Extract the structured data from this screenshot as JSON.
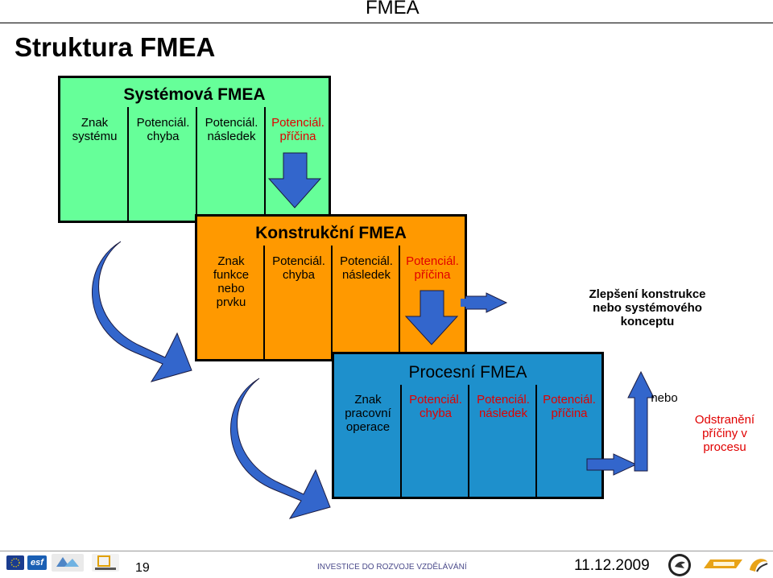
{
  "header": {
    "title": "FMEA"
  },
  "slide": {
    "title": "Struktura FMEA"
  },
  "system": {
    "title": "Systémová FMEA",
    "col1": [
      "Znak",
      "systému"
    ],
    "col2": [
      "Potenciál.",
      "chyba"
    ],
    "col3": [
      "Potenciál.",
      "následek"
    ],
    "col4": [
      "Potenciál.",
      "příčina"
    ]
  },
  "design": {
    "title": "Konstrukční FMEA",
    "col1": [
      "Znak",
      "funkce",
      "nebo",
      "prvku"
    ],
    "col2": [
      "Potenciál.",
      "chyba"
    ],
    "col3": [
      "Potenciál.",
      "následek"
    ],
    "col4": [
      "Potenciál.",
      "příčina"
    ]
  },
  "process": {
    "title": "Procesní FMEA",
    "col1": [
      "Znak",
      "pracovní",
      "operace"
    ],
    "col2": [
      "Potenciál.",
      "chyba"
    ],
    "col3": [
      "Potenciál.",
      "následek"
    ],
    "col4": [
      "Potenciál.",
      "příčina"
    ]
  },
  "notes": {
    "improvement": [
      "Zlepšení konstrukce",
      "nebo systémového",
      "konceptu"
    ],
    "or": "nebo",
    "removal": [
      "Odstranění",
      "příčiny v",
      "procesu"
    ]
  },
  "footer": {
    "page": "19",
    "program": "INVESTICE DO ROZVOJE VZDĚLÁVÁNÍ",
    "date": "11.12.2009",
    "logo_esf": "esf"
  },
  "colors": {
    "system": "#66ff99",
    "design": "#ff9900",
    "process": "#1e90cc",
    "arrow_blue": "#3366cc",
    "cause_red": "#e00000"
  }
}
